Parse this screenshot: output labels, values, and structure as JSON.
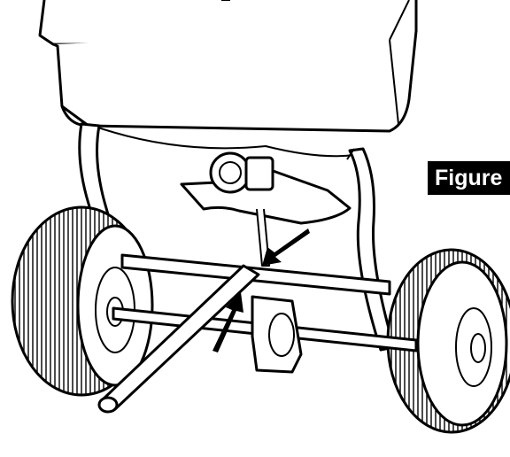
{
  "figure": {
    "label": "Figure"
  },
  "colors": {
    "line": "#000000",
    "fill": "#ffffff",
    "label_bg": "#000000",
    "label_text": "#ffffff"
  },
  "parts": {
    "hopper": "hopper",
    "spinner_plate": "spinner-plate",
    "gear_box": "gear-box",
    "frame": "frame",
    "axle": "axle",
    "tow_bar": "tow-bar",
    "left_wheel": "left-wheel",
    "right_wheel": "right-wheel",
    "bracket": "bracket",
    "arrows": 2
  }
}
